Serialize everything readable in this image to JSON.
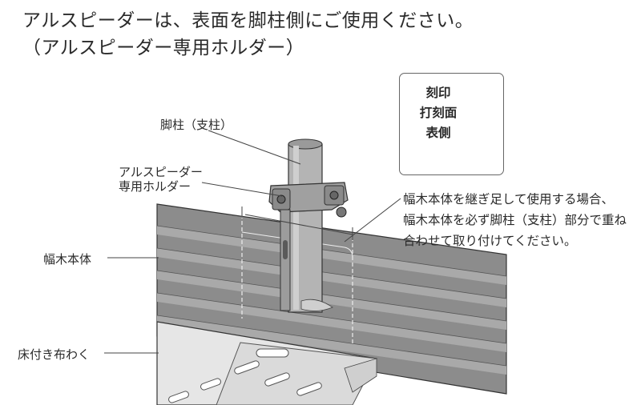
{
  "title": {
    "line1": "アルスピーダーは、表面を脚柱側にご使用ください。",
    "line2": "（アルスピーダー専用ホルダー）"
  },
  "labels": {
    "post": "脚柱（支柱）",
    "holder_line1": "アルスピーダー",
    "holder_line2": "専用ホルダー",
    "toe_board": "幅木本体",
    "floor_plank": "床付き布わく"
  },
  "inset": {
    "line1": "刻印",
    "line2": "打刻面",
    "line3": "表側"
  },
  "note": {
    "line1": "幅木本体を継ぎ足して使用する場合、",
    "line2": "幅木本体を必ず脚柱（支柱）部分で重ね",
    "line3": "合わせて取り付けてください。"
  },
  "colors": {
    "board": "#8c8c8c",
    "board_band": "#a9a9a9",
    "pipe": "#b4b4b4",
    "floor": "#e6e6e6",
    "leader": "#444444"
  }
}
